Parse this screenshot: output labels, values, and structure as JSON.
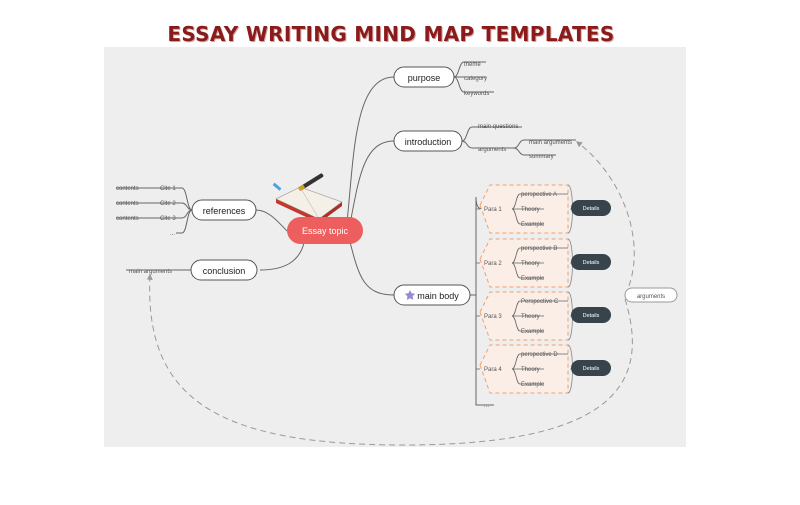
{
  "title": "ESSAY WRITING MIND MAP TEMPLATES",
  "central": "Essay topic",
  "purpose": {
    "label": "purpose",
    "children": [
      "theme",
      "category",
      "keywords"
    ]
  },
  "introduction": {
    "label": "introduction",
    "main_questions": "main questions",
    "arguments": "arguments",
    "main_arguments": "main arguments",
    "summary": "summary"
  },
  "references": {
    "label": "references",
    "contents": [
      "contents",
      "contents",
      "contents"
    ],
    "cites": [
      "Cite 1",
      "Cite 2",
      "Cite 3"
    ],
    "ellipsis": "..."
  },
  "conclusion": {
    "label": "conclusion",
    "main_arguments": "main arguments"
  },
  "main_body": {
    "label": "main body",
    "paras": [
      {
        "para": "Para  1",
        "perspective": "perspective A",
        "theory": "Theory",
        "example": "Example",
        "details": "Details"
      },
      {
        "para": "Para  2",
        "perspective": "perspective B",
        "theory": "Theory",
        "example": "Example",
        "details": "Details"
      },
      {
        "para": "Para  3",
        "perspective": "Perspective C",
        "theory": "Theory",
        "example": "Example",
        "details": "Details"
      },
      {
        "para": "Para  4",
        "perspective": "perspective D",
        "theory": "Theory",
        "example": "Example",
        "details": "Details"
      }
    ],
    "ellipsis": "...",
    "arguments": "arguments"
  },
  "colors": {
    "central": "#ec5f5e",
    "title": "#8b1a1a",
    "details": "#37444c",
    "dashed_box": "#f0a070",
    "star": "#9b88d4"
  }
}
